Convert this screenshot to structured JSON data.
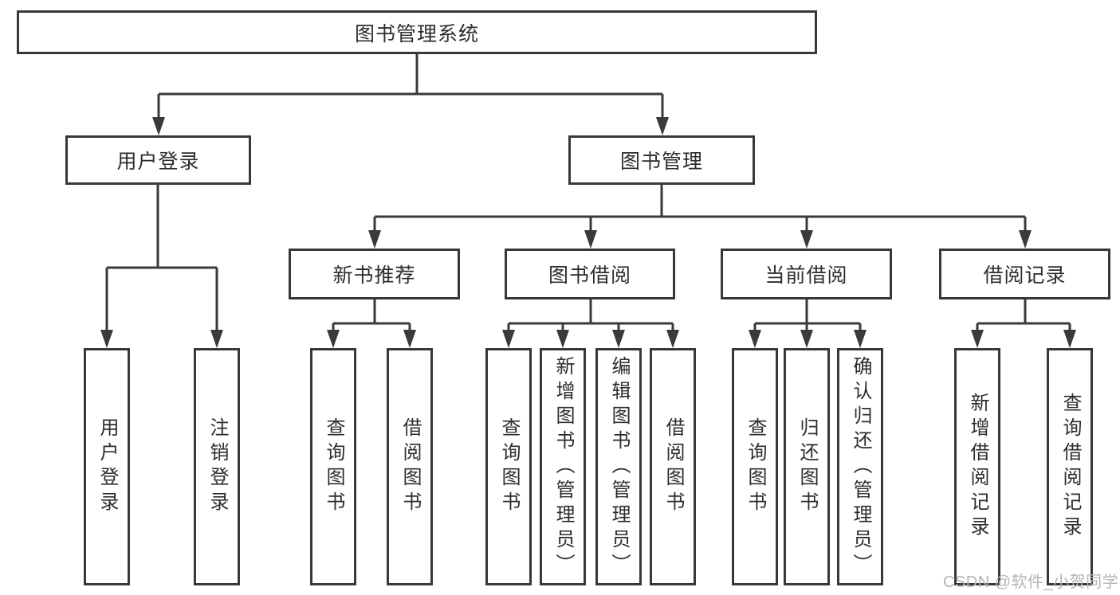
{
  "diagram_title": "图书管理系统",
  "colors": {
    "line": "#3a3a3a",
    "box_border": "#383838",
    "text": "#2d2d2d",
    "watermark": "#b5b5b5",
    "background": "#ffffff"
  },
  "tree": {
    "root": {
      "label": "图书管理系统",
      "children": [
        {
          "label": "用户登录",
          "children": [
            {
              "label": "用户登录"
            },
            {
              "label": "注销登录"
            }
          ]
        },
        {
          "label": "图书管理",
          "children": [
            {
              "label": "新书推荐",
              "children": [
                {
                  "label": "查询图书"
                },
                {
                  "label": "借阅图书"
                }
              ]
            },
            {
              "label": "图书借阅",
              "children": [
                {
                  "label": "查询图书"
                },
                {
                  "label": "新增图书（管理员）"
                },
                {
                  "label": "编辑图书（管理员）"
                },
                {
                  "label": "借阅图书"
                }
              ]
            },
            {
              "label": "当前借阅",
              "children": [
                {
                  "label": "查询图书"
                },
                {
                  "label": "归还图书"
                },
                {
                  "label": "确认归还（管理员）"
                }
              ]
            },
            {
              "label": "借阅记录",
              "children": [
                {
                  "label": "新增借阅记录"
                },
                {
                  "label": "查询借阅记录"
                }
              ]
            }
          ]
        }
      ]
    }
  },
  "watermark": {
    "text": "CSDN @软件_小贺同学"
  }
}
